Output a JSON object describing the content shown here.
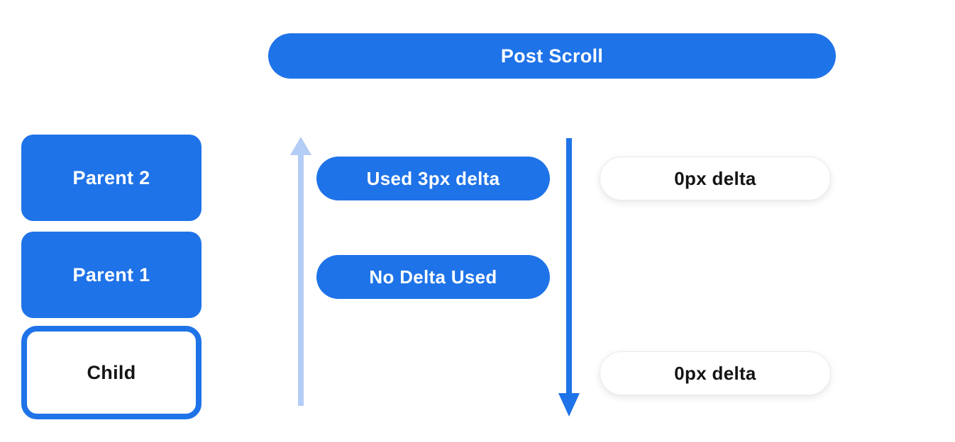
{
  "banner": {
    "title": "Post Scroll"
  },
  "colors": {
    "primary-blue": "#1f73e8",
    "light-blue": "#b4cdf6",
    "pill-border": "#ebebeb",
    "text-dark": "#141414"
  },
  "hierarchy": {
    "boxes": [
      {
        "label": "Parent 2",
        "style": "filled"
      },
      {
        "label": "Parent 1",
        "style": "filled"
      },
      {
        "label": "Child",
        "style": "outlined"
      }
    ]
  },
  "arrows": [
    {
      "name": "up-arrow",
      "direction": "up",
      "color": "light-blue"
    },
    {
      "name": "down-arrow",
      "direction": "down",
      "color": "primary-blue"
    }
  ],
  "deltas": {
    "middle": [
      {
        "label": "Used 3px delta",
        "style": "filled"
      },
      {
        "label": "No Delta Used",
        "style": "filled"
      }
    ],
    "right": [
      {
        "label": "0px delta",
        "style": "outlined"
      },
      {
        "label": "0px delta",
        "style": "outlined"
      }
    ]
  }
}
